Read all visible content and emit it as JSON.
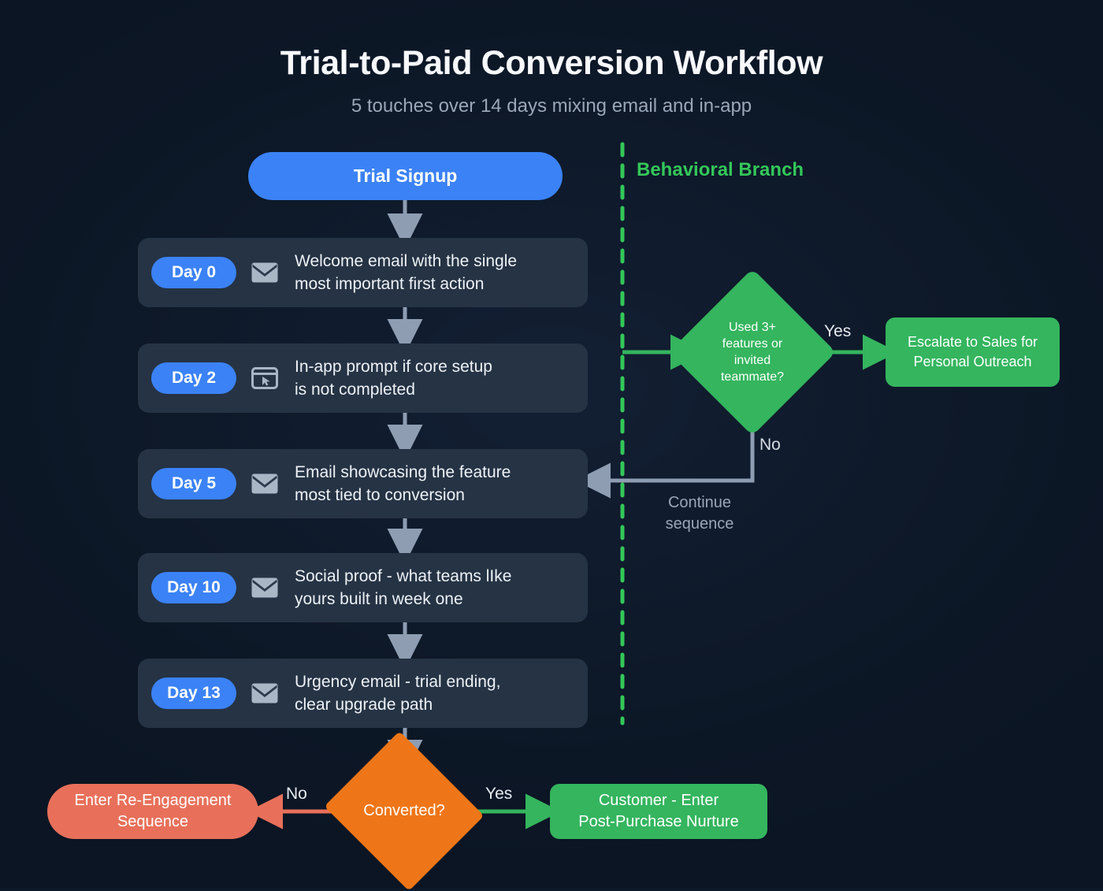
{
  "header": {
    "title": "Trial-to-Paid Conversion Workflow",
    "subtitle": "5 touches over 14 days mixing email and in-app"
  },
  "start": {
    "label": "Trial Signup"
  },
  "steps": [
    {
      "day": "Day 0",
      "icon": "envelope-icon",
      "text": "Welcome email with the single\nmost important first action"
    },
    {
      "day": "Day 2",
      "icon": "in-app-window-cursor-icon",
      "text": "In-app prompt if core setup\nis not completed"
    },
    {
      "day": "Day 5",
      "icon": "envelope-icon",
      "text": "Email showcasing the feature\nmost tied to conversion"
    },
    {
      "day": "Day 10",
      "icon": "envelope-icon",
      "text": "Social proof - what teams lIke\nyours built in week one"
    },
    {
      "day": "Day 13",
      "icon": "envelope-icon",
      "text": "Urgency email - trial ending,\nclear upgrade path"
    }
  ],
  "branch": {
    "section_label": "Behavioral Branch",
    "decision": "Used 3+\nfeatures or\ninvited\nteammate?",
    "yes_label": "Yes",
    "no_label": "No",
    "continue_label": "Continue\nsequence",
    "escalate": "Escalate to Sales for\nPersonal Outreach"
  },
  "outcome": {
    "decision": "Converted?",
    "no_label": "No",
    "yes_label": "Yes",
    "no_target": "Enter Re-Engagement\nSequence",
    "yes_target": "Customer - Enter\nPost-Purchase Nurture"
  },
  "colors": {
    "background": "#0d1828",
    "card": "#253344",
    "blue": "#3b82f6",
    "green": "#34b55e",
    "green_accent": "#34c759",
    "orange": "#ef7618",
    "salmon": "#e8705a",
    "arrow_gray": "#9aa7b8",
    "text": "#eef2f7",
    "muted_text": "#9aa7b8"
  }
}
